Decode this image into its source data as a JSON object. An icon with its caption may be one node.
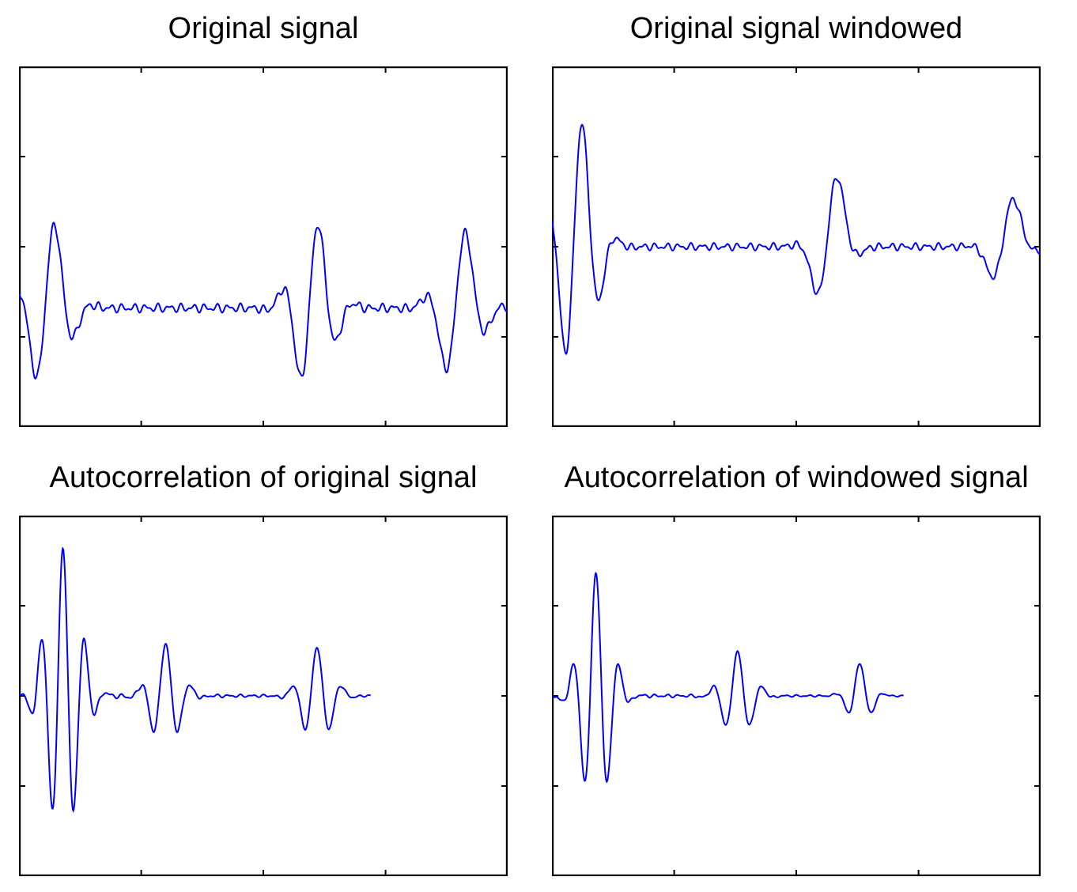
{
  "diagram": {
    "nodes": [
      {
        "text": [
          "Original signal"
        ]
      },
      {
        "text": [
          "Original signal windowed"
        ]
      },
      {
        "text": [
          "Autocorrelation of original signal"
        ]
      },
      {
        "text": [
          "Autocorrelation of windowed signal"
        ]
      }
    ]
  }
}
